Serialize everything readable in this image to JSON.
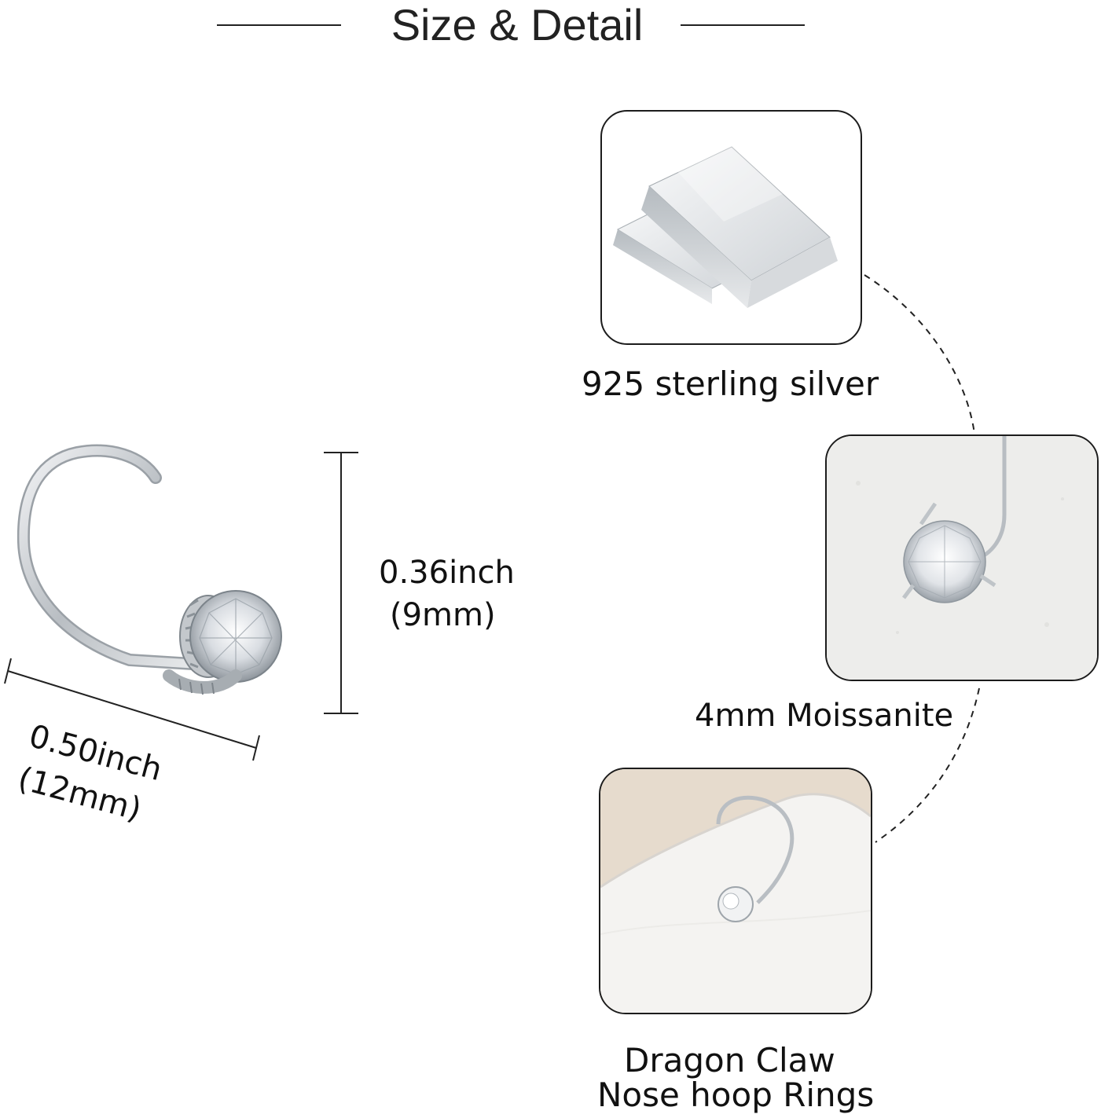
{
  "header": {
    "title": "Size & Detail"
  },
  "dimensions": {
    "height_inch": "0.36inch",
    "height_mm": "(9mm)",
    "width_inch": "0.50inch",
    "width_mm": "(12mm)"
  },
  "features": [
    {
      "label": "925 sterling silver",
      "icon": "silver-bars-image"
    },
    {
      "label": "4mm Moissanite",
      "icon": "moissanite-stone-image"
    },
    {
      "label_line1": "Dragon Claw",
      "label_line2": "Nose hoop Rings",
      "icon": "nose-ring-on-stone-image"
    }
  ],
  "colors": {
    "line": "#222222",
    "silver": "#c9cdd1",
    "beige_bg": "#e9dfd2"
  }
}
